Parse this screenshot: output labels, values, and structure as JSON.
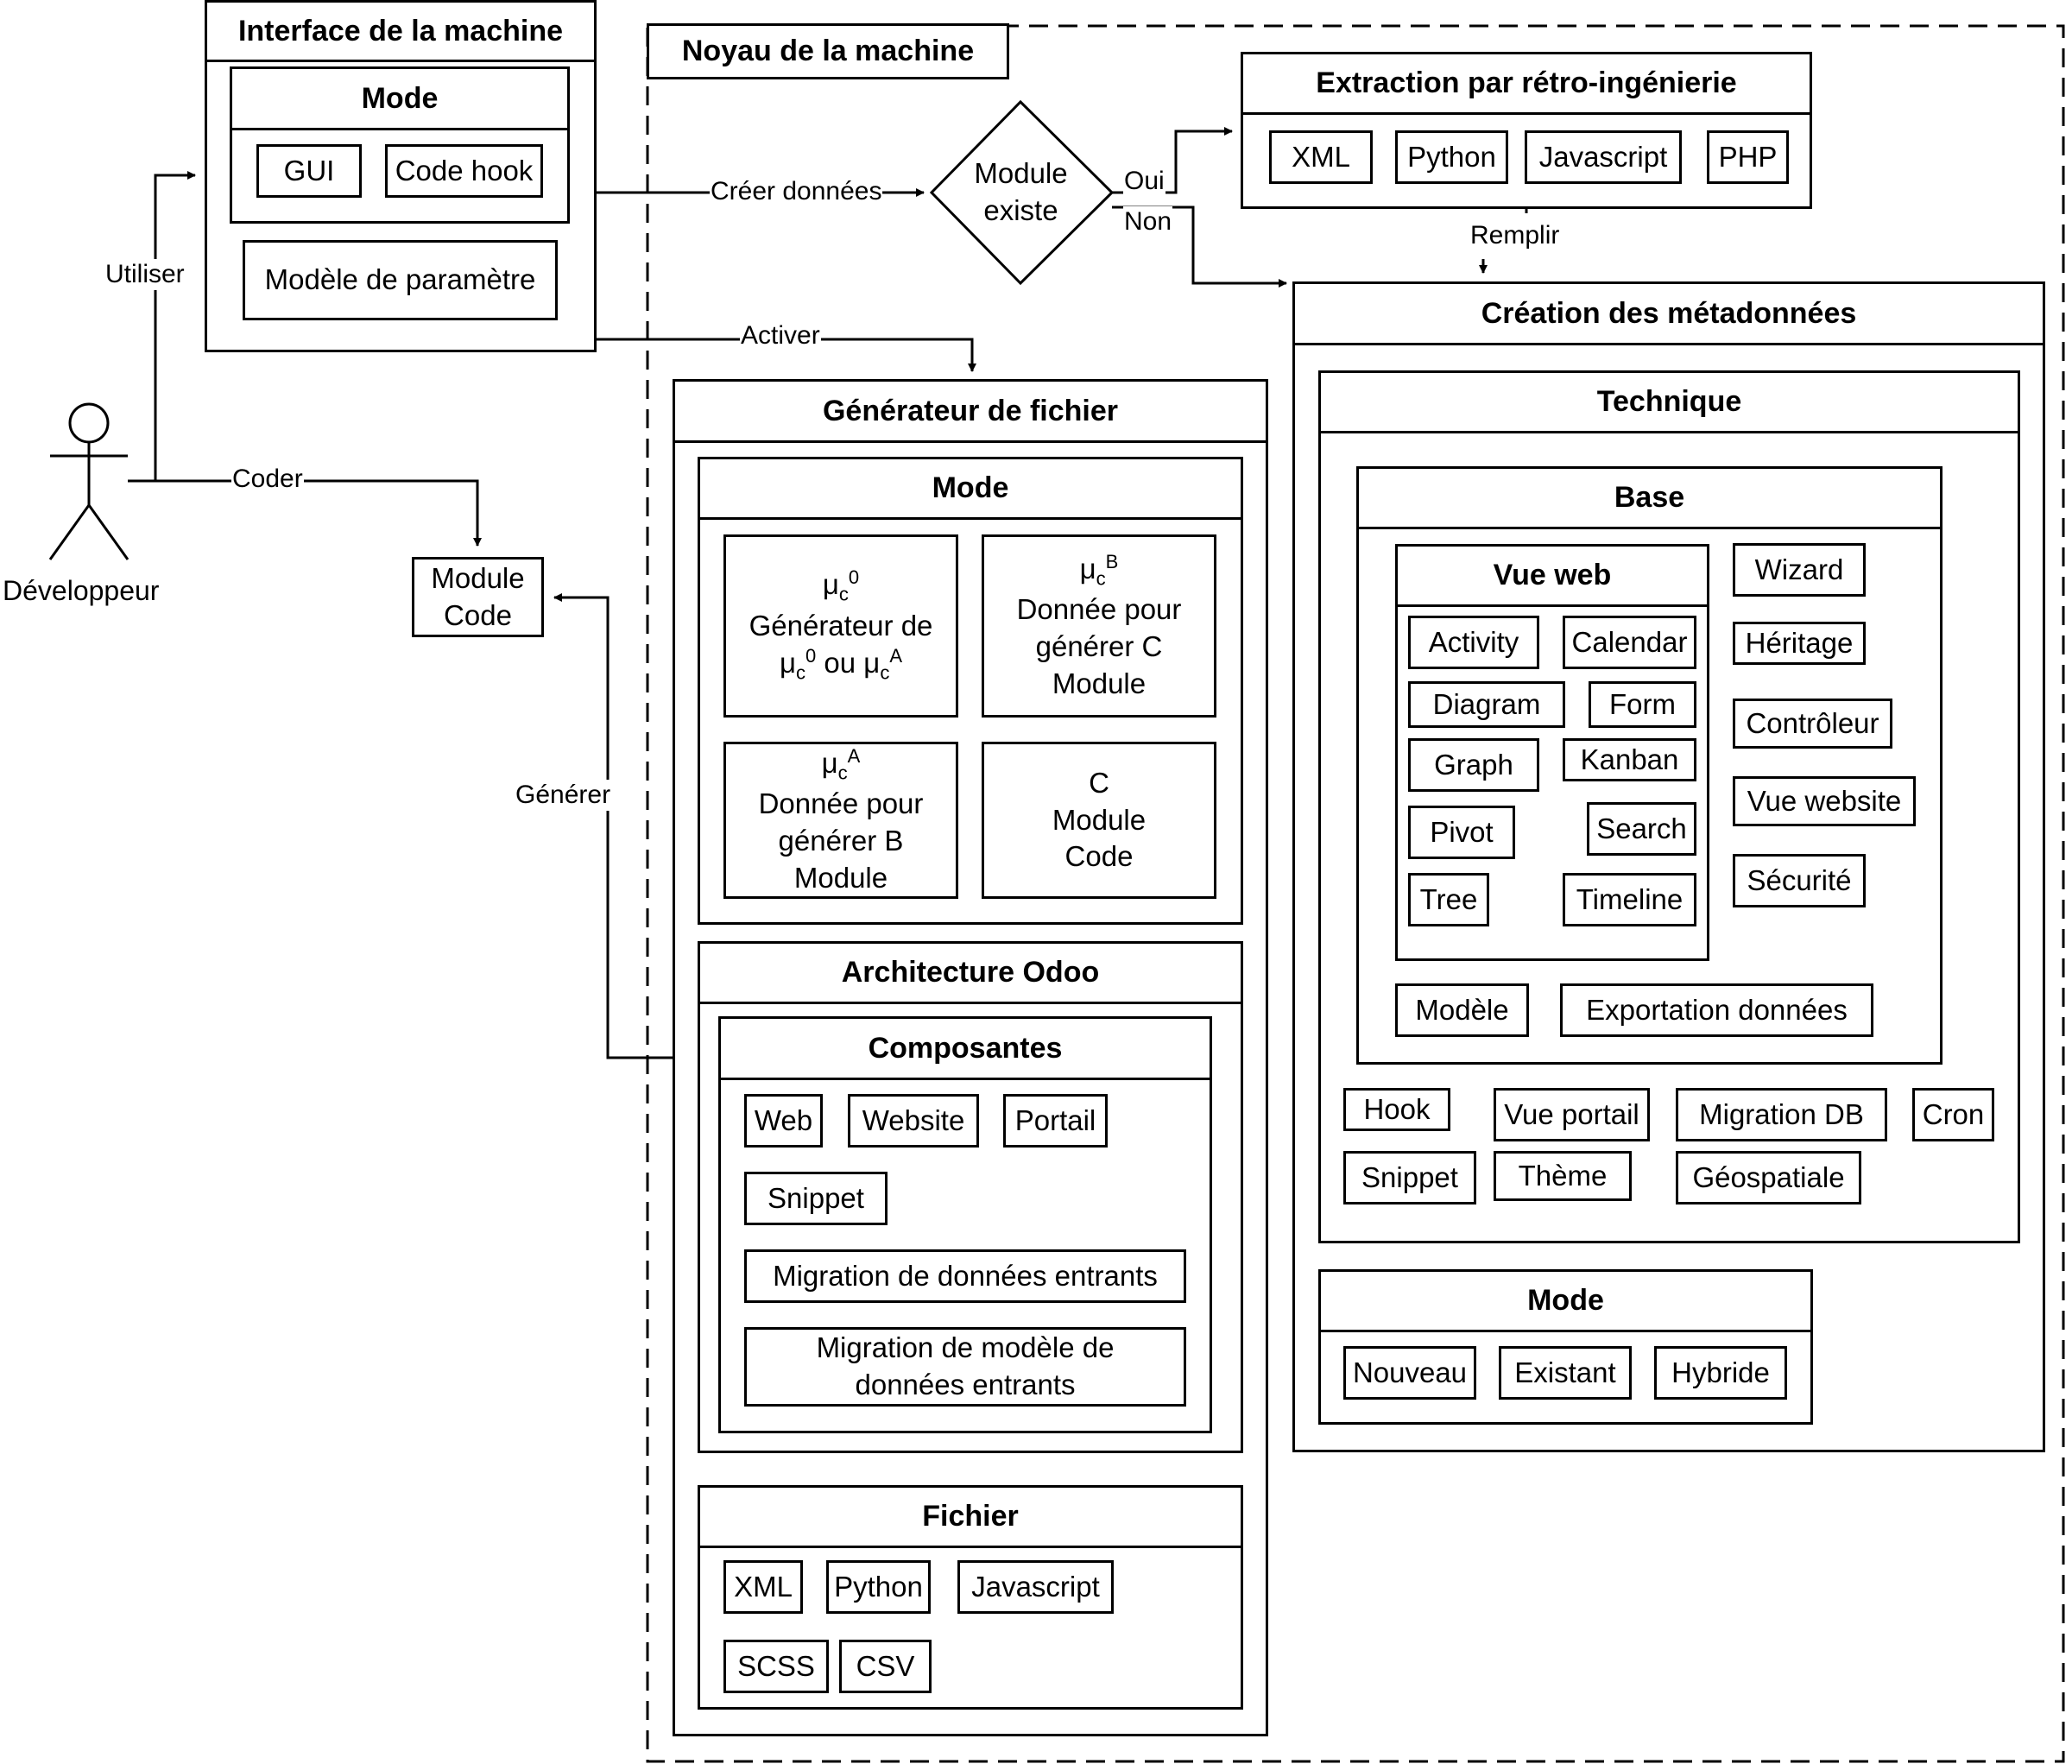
{
  "actor": {
    "name": "Développeur"
  },
  "module_code": {
    "label": "Module\nCode"
  },
  "interface": {
    "title": "Interface de la machine",
    "mode": {
      "title": "Mode",
      "items": [
        "GUI",
        "Code hook"
      ]
    },
    "param_model": "Modèle de paramètre"
  },
  "core": {
    "title": "Noyau de la machine"
  },
  "decision": {
    "label": "Module\nexiste",
    "yes": "Oui",
    "no": "Non"
  },
  "extraction": {
    "title": "Extraction par rétro-ingénierie",
    "items": [
      "XML",
      "Python",
      "Javascript",
      "PHP"
    ]
  },
  "edges": {
    "utiliser": "Utiliser",
    "coder": "Coder",
    "generer": "Générer",
    "creer_donnees": "Créer données",
    "activer": "Activer",
    "remplir": "Remplir"
  },
  "generator": {
    "title": "Générateur de fichier",
    "mode": {
      "title": "Mode",
      "cells": {
        "c0": {
          "sym": "μ",
          "sub": "c",
          "sup": "0",
          "l1": "Générateur de",
          "l2a": "μ",
          "l2b": "c",
          "l2c": "0",
          "l2d": " ou μ",
          "l2e": "c",
          "l2f": "A"
        },
        "cB": {
          "sym": "μ",
          "sub": "c",
          "sup": "B",
          "l1": "Donnée pour",
          "l2": "générer C",
          "l3": "Module"
        },
        "cA": {
          "sym": "μ",
          "sub": "c",
          "sup": "A",
          "l1": "Donnée pour",
          "l2": "générer B",
          "l3": "Module"
        },
        "cC": {
          "l1": "C",
          "l2": "Module",
          "l3": "Code"
        }
      }
    },
    "architecture": {
      "title": "Architecture Odoo",
      "components": {
        "title": "Composantes",
        "items": [
          "Web",
          "Website",
          "Portail",
          "Snippet",
          "Migration de données entrants",
          "Migration de modèle de\ndonnées entrants"
        ]
      }
    },
    "file": {
      "title": "Fichier",
      "items": [
        "XML",
        "Python",
        "Javascript",
        "SCSS",
        "CSV"
      ]
    }
  },
  "metadata": {
    "title": "Création des métadonnées",
    "technique": {
      "title": "Technique",
      "base": {
        "title": "Base",
        "webview": {
          "title": "Vue web",
          "items": [
            "Activity",
            "Calendar",
            "Diagram",
            "Form",
            "Graph",
            "Kanban",
            "Pivot",
            "Search",
            "Tree",
            "Timeline"
          ]
        },
        "side": [
          "Wizard",
          "Héritage",
          "Contrôleur",
          "Vue website",
          "Sécurité"
        ],
        "bottom": [
          "Modèle",
          "Exportation données"
        ]
      },
      "extras": [
        "Hook",
        "Vue portail",
        "Migration DB",
        "Cron",
        "Snippet",
        "Thème",
        "Géospatiale"
      ]
    },
    "mode": {
      "title": "Mode",
      "items": [
        "Nouveau",
        "Existant",
        "Hybride"
      ]
    }
  }
}
